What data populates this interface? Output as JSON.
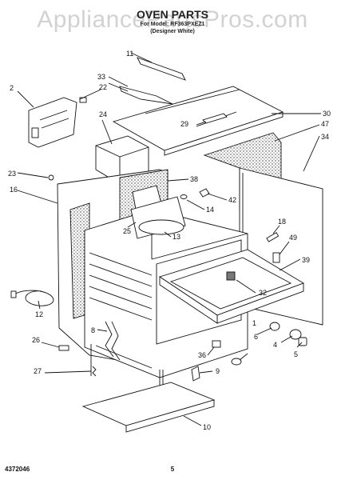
{
  "watermark": "AppliancePartsPros.com",
  "title": "OVEN PARTS",
  "subtitle_line1": "For Model: RF363PXEZ1",
  "subtitle_line2": "(Designer White)",
  "part_numbers": [
    "1",
    "2",
    "4",
    "5",
    "6",
    "8",
    "9",
    "10",
    "11",
    "12",
    "13",
    "14",
    "16",
    "18",
    "22",
    "23",
    "24",
    "25",
    "26",
    "27",
    "29",
    "30",
    "32",
    "33",
    "34",
    "36",
    "38",
    "39",
    "42",
    "47",
    "49"
  ],
  "footer_left": "4372046",
  "footer_page": "5"
}
